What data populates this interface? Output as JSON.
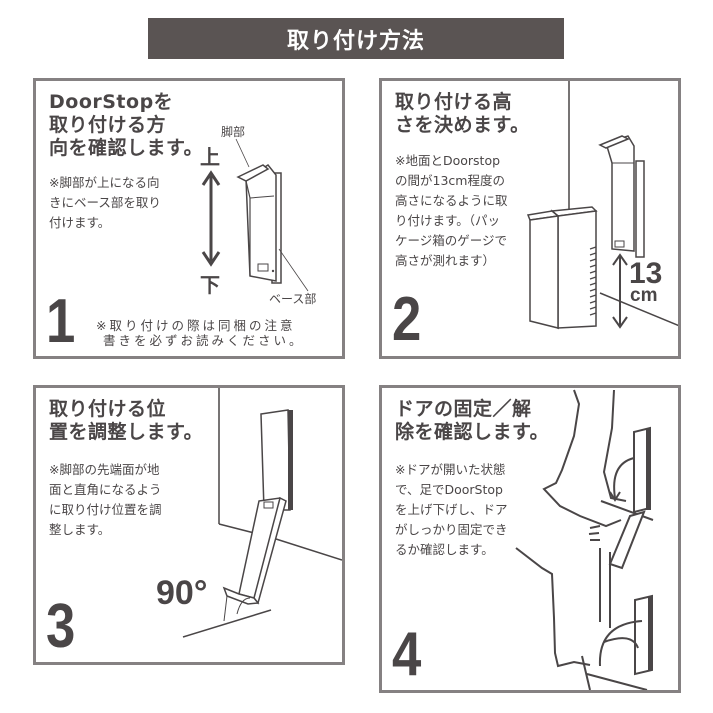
{
  "header": {
    "title": "取り付け方法",
    "bg_color": "#5a5453",
    "text_color": "#ffffff"
  },
  "panel_border_color": "#858182",
  "panels": [
    {
      "step": "1",
      "title": "DoorStopを\n取り付ける方\n向を確認します。",
      "note": "※脚部が上になる向\nきにベース部を取り\n付けます。",
      "labels": {
        "leg": "脚部",
        "base": "ベース部",
        "up": "上",
        "down": "下"
      },
      "caution": "※取り付けの際は同梱の注意\n 書きを必ずお読みください。"
    },
    {
      "step": "2",
      "title": "取り付ける高\nさを決めます。",
      "note": "※地面とDoorstop\nの間が13cm程度の\n高さになるように取\nり付けます。（パッ\nケージ箱のゲージで\n高さが測れます）",
      "measure_value": "13",
      "measure_unit": "cm"
    },
    {
      "step": "3",
      "title": "取り付ける位\n置を調整します。",
      "note": "※脚部の先端面が地\n面と直角になるよう\nに取り付け位置を調\n整します。",
      "angle": "90°"
    },
    {
      "step": "4",
      "title": "ドアの固定／解\n除を確認します。",
      "note": "※ドアが開いた状態\nで、足でDoorStop\nを上げ下げし、ドア\nがしっかり固定でき\nるか確認します。"
    }
  ]
}
